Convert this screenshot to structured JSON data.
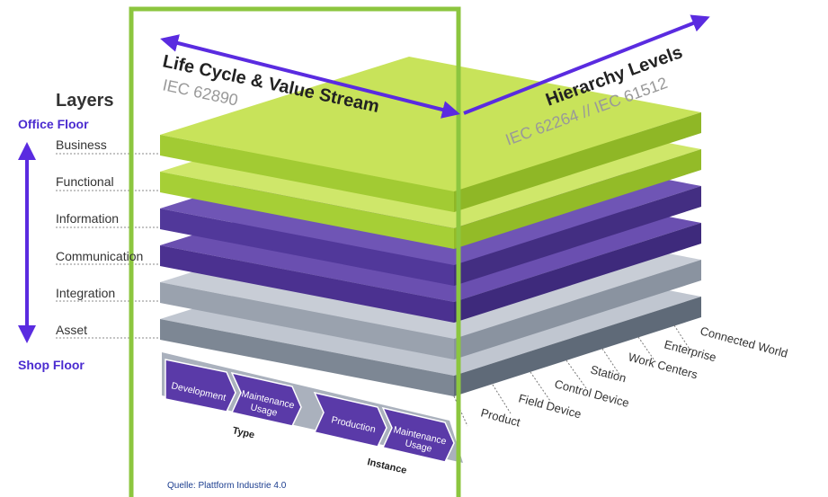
{
  "title_layers": "Layers",
  "office_floor": "Office Floor",
  "shop_floor": "Shop Floor",
  "axis_lifecycle": {
    "title": "Life Cycle & Value Stream",
    "standard": "IEC 62890"
  },
  "axis_hierarchy": {
    "title": "Hierarchy Levels",
    "standard": "IEC 62264 // IEC 61512"
  },
  "layers": [
    "Business",
    "Functional",
    "Information",
    "Communication",
    "Integration",
    "Asset"
  ],
  "hierarchy_levels": [
    "Connected World",
    "Enterprise",
    "Work Centers",
    "Station",
    "Control Device",
    "Field Device",
    "Product"
  ],
  "lifecycle": {
    "type": {
      "label": "Type",
      "steps": [
        "Development",
        "Maintenance\nUsage"
      ]
    },
    "instance": {
      "label": "Instance",
      "steps": [
        "Production",
        "Maintenance\nUsage"
      ]
    }
  },
  "source": "Quelle: Plattform Industrie 4.0",
  "colors": {
    "green_top": "#c8e35a",
    "green_dark": "#9cc62e",
    "purple_top": "#6a4fb0",
    "purple_dark": "#4b3190",
    "gray_top": "#b7bdc8",
    "gray_dark": "#6f7a88",
    "frame": "#8cc63f",
    "arrow": "#5a2be0",
    "floor_text": "#4a2bd0"
  }
}
